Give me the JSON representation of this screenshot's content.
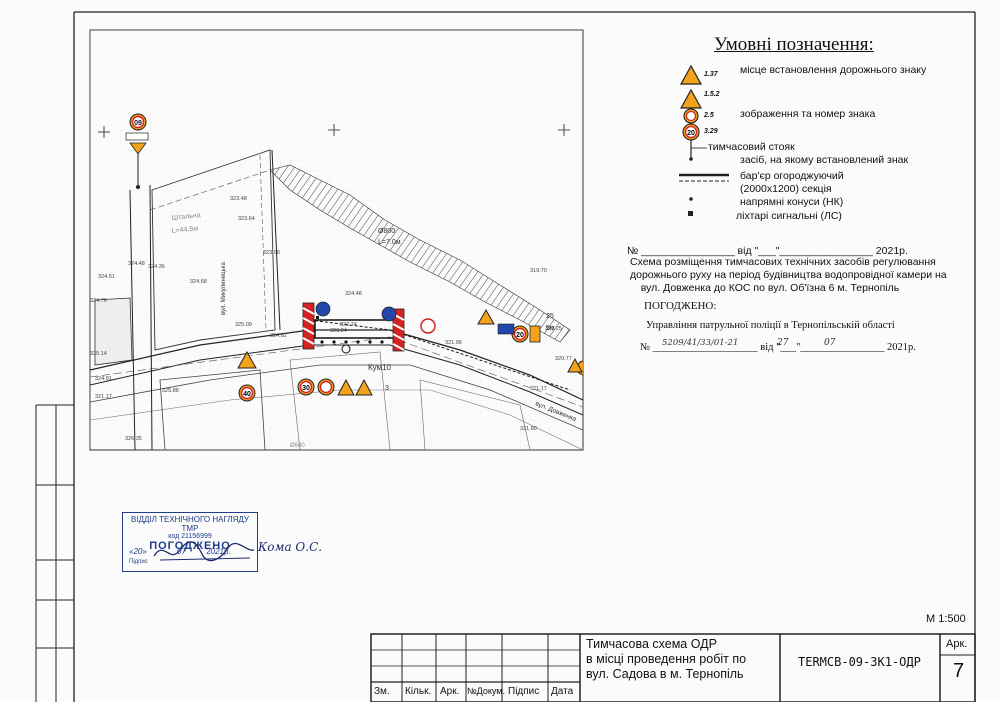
{
  "legend": {
    "title": "Умовні позначення:",
    "sign_codes": [
      "1.37",
      "1.5.2",
      "2.5",
      "3.29"
    ],
    "sample_sign_value": "20",
    "items": [
      "місце встановлення дорожнього знаку",
      "зображення та номер знака",
      "тимчасовий стояк",
      "засіб, на якому встановлений знак",
      "бар'єр огороджуючий",
      "(2000x1200) секція",
      "напрямні конуси (НК)",
      "ліхтарі сигнальні (ЛС)"
    ]
  },
  "scheme": {
    "no_line": "№ ________________ від \"___\"________________ 2021р.",
    "desc": [
      "Схема розміщення тимчасових технічних засобів регулювання",
      "дорожнього руху на період будівництва водопровідної камери на",
      "вул. Довженка  до КОС по вул. Об'їзна 6 м. Тернопіль"
    ],
    "agreed": "ПОГОДЖЕНО:",
    "dept": "Управління патрульної поліції в Тернопільській області",
    "agreed_no_line": "№ ____________________ від \"___\"________________ 2021р.",
    "hand_no": "5209/41/33/01-21",
    "hand_day": "27",
    "hand_month": "07"
  },
  "stamp": {
    "line1": "ВІДДІЛ ТЕХНІЧНОГО НАГЛЯДУ ТМР",
    "line2": "код 21156999",
    "title": "ПОГОДЖЕНО",
    "date_day": "20",
    "date_month": "07",
    "date_year_suffix": "21",
    "date_pre": "«",
    "date_mid": "»",
    "date_post": "р.",
    "sign_label": "Підпис",
    "handwriting": "Кома О.С."
  },
  "map": {
    "elevations": [
      "323.48",
      "323.64",
      "323.98",
      "324.36",
      "324.51",
      "324.76",
      "324.68",
      "324.48",
      "325.09",
      "324.82",
      "324.91",
      "325.14",
      "325.88",
      "321.17",
      "326.35",
      "324.48",
      "323.51",
      "323.24",
      "322.74",
      "321.96",
      "320.77",
      "319.70",
      "321.17",
      "321.25",
      "321.80",
      "325.01"
    ],
    "labels": {
      "pipe": "Ø800",
      "length_left": "L=44.5м",
      "length_right": "L=7.0м",
      "street_left": "Штальна",
      "street_vertical": "вул. Микулинецька",
      "street_diag": "вул. Довженка",
      "kum": "Кум10",
      "dist": "25",
      "dist2": "5м",
      "bottom_pipe": "Ø600",
      "point3": "3"
    },
    "signs": [
      "09",
      "40",
      "30",
      "20",
      "2.5",
      "3.29",
      "1.37",
      "1.5.2",
      "4.2.1"
    ]
  },
  "scale": "М 1:500",
  "title_block": {
    "headers": [
      "Зм.",
      "Кільк.",
      "Арк.",
      "№Докум.",
      "Підпис",
      "Дата"
    ],
    "title_lines": [
      "Тимчасова схема ОДР",
      "в місці проведення робіт по",
      "вул. Садова в м. Тернопіль"
    ],
    "code": "TERMCB-09-ЗК1-ОДР",
    "sheet_label": "Арк.",
    "sheet_no": "7"
  }
}
